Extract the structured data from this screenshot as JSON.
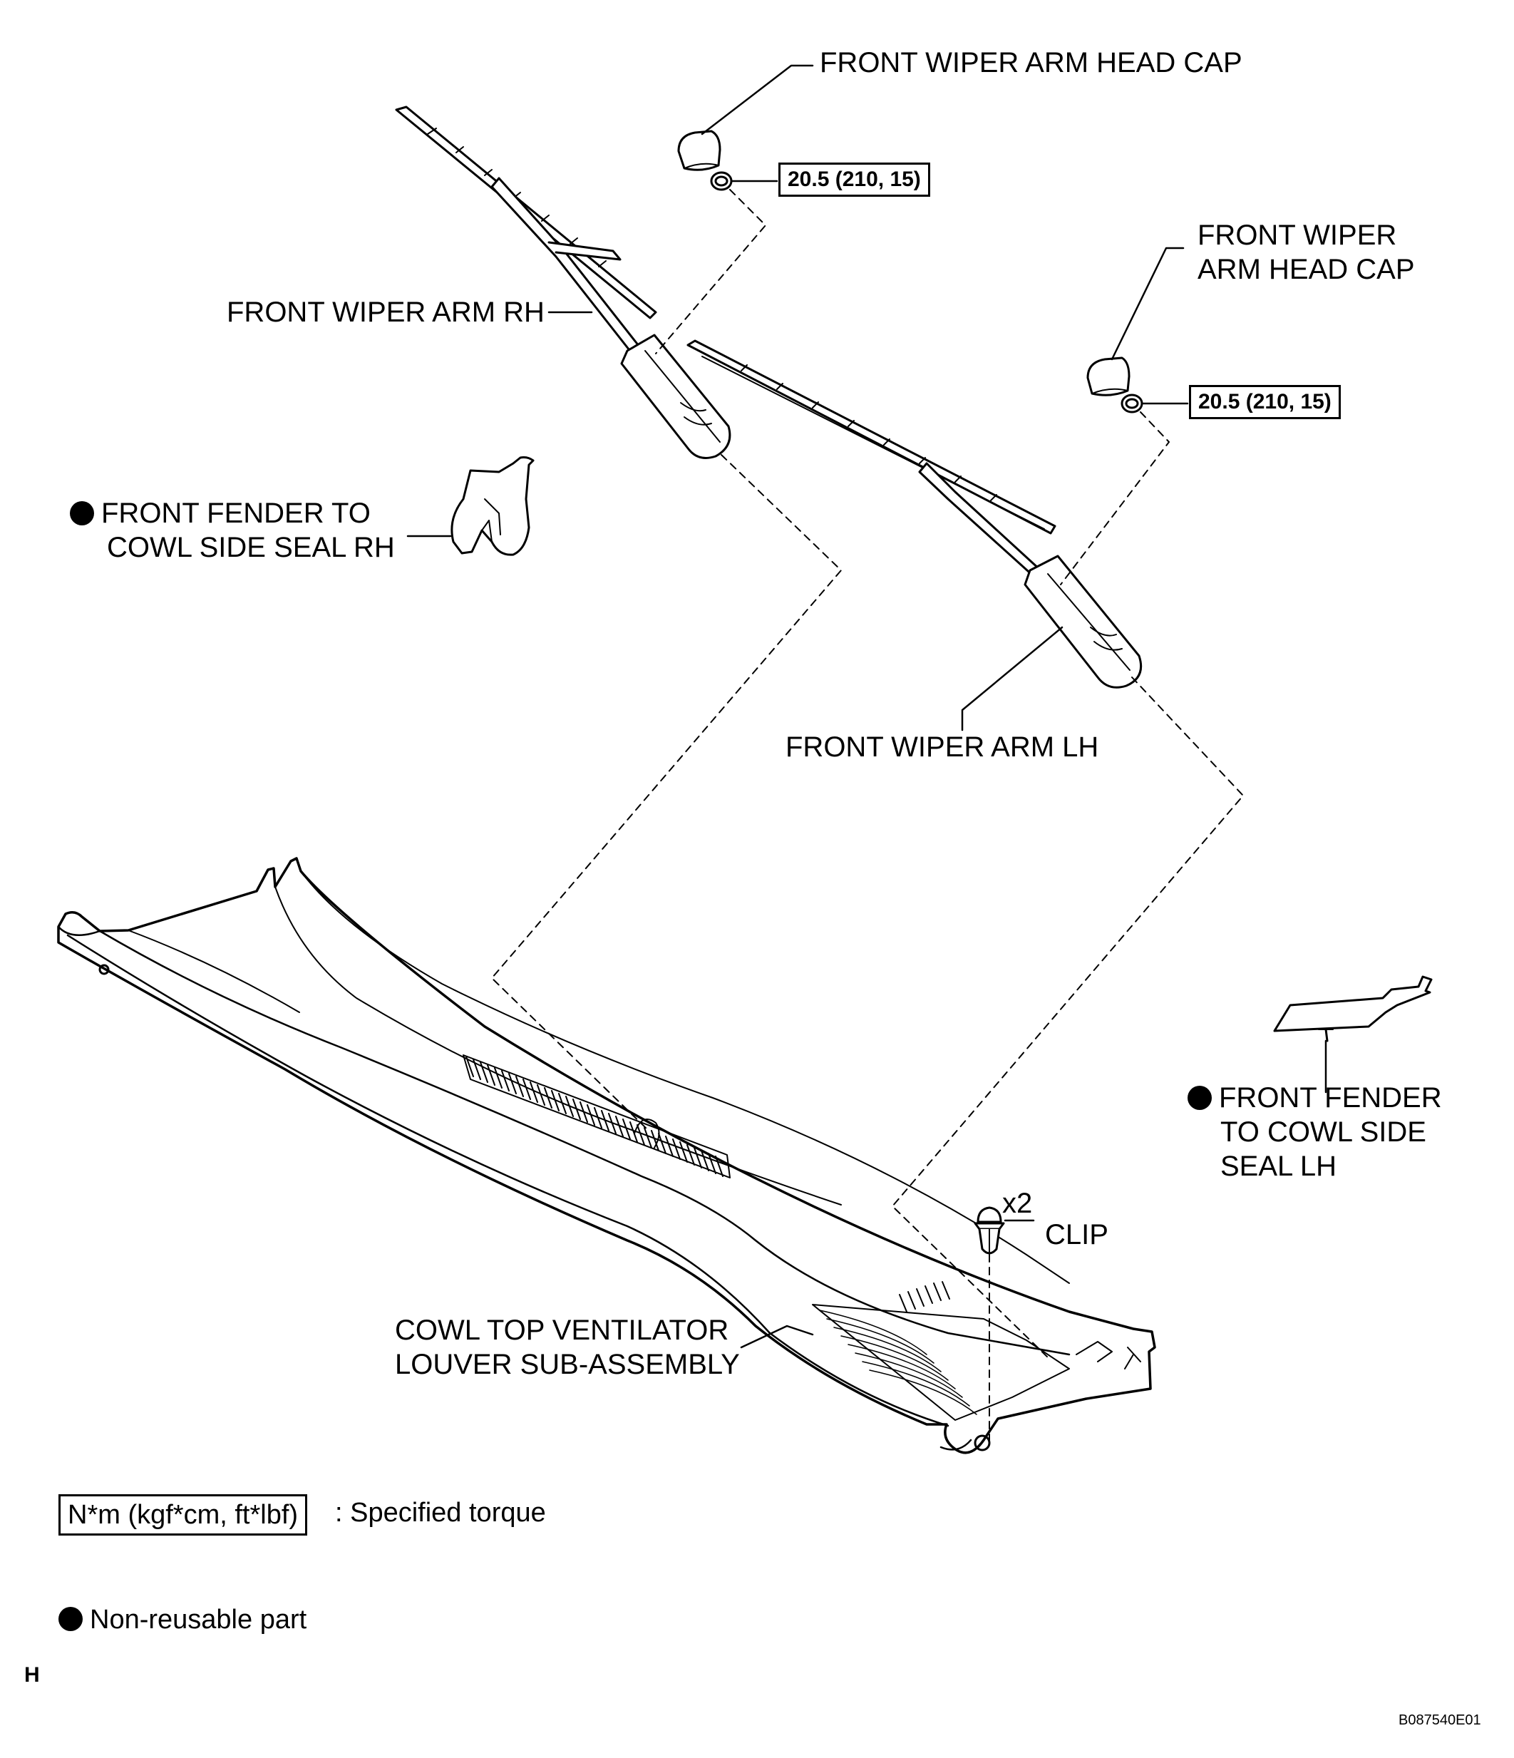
{
  "labels": {
    "cap_rh": "FRONT WIPER ARM HEAD CAP",
    "torque_rh": "20.5 (210, 15)",
    "cap_lh_line1": "FRONT WIPER",
    "cap_lh_line2": "ARM HEAD CAP",
    "torque_lh": "20.5 (210, 15)",
    "arm_rh": "FRONT WIPER ARM RH",
    "seal_rh_line1": "FRONT FENDER TO",
    "seal_rh_line2": "COWL SIDE SEAL RH",
    "arm_lh": "FRONT WIPER ARM LH",
    "seal_lh_line1": "FRONT FENDER",
    "seal_lh_line2": "TO COWL SIDE",
    "seal_lh_line3": "SEAL LH",
    "clip_qty": "x2",
    "clip": "CLIP",
    "louver_line1": "COWL TOP VENTILATOR",
    "louver_line2": "LOUVER SUB-ASSEMBLY"
  },
  "legend": {
    "torque_units": "N*m (kgf*cm, ft*lbf)",
    "torque_desc": ": Specified torque",
    "non_reusable": "Non-reusable part"
  },
  "footer": {
    "corner_mark": "H",
    "figure_id": "B087540E01"
  },
  "icons": [
    "non-reusable-dot-icon"
  ],
  "colors": {
    "ink": "#000000",
    "paper": "#ffffff"
  }
}
